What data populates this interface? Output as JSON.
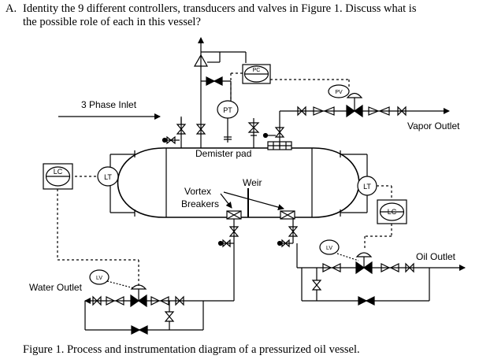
{
  "question": {
    "letter": "A.",
    "line1": "Identity the 9 different controllers, transducers and valves in Figure 1.  Discuss what is",
    "line2": "the possible role of each in this vessel?"
  },
  "diagram": {
    "three_phase_inlet": "3 Phase Inlet",
    "vapor_outlet": "Vapor Outlet",
    "oil_outlet": "Oil Outlet",
    "water_outlet": "Water Outlet",
    "demister_pad": "Demister pad",
    "weir": "Weir",
    "vortex_line1": "Vortex",
    "vortex_line2": "Breakers",
    "pc": "PC",
    "pt": "PT",
    "pv": "PV",
    "lc_left": "LC",
    "lt_left": "LT",
    "lc_right": "LC",
    "lt_right": "LT",
    "lv_oil": "LV",
    "lv_water": "LV"
  },
  "caption": "Figure 1. Process and instrumentation diagram of a pressurized oil vessel."
}
